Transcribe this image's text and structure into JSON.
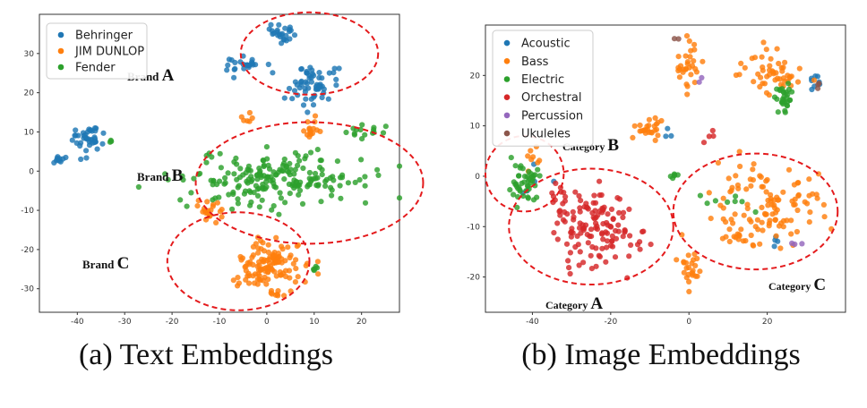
{
  "chart_data": [
    {
      "type": "scatter",
      "caption": "(a) Text Embeddings",
      "xlim": [
        -48,
        28
      ],
      "ylim": [
        -36,
        40
      ],
      "xticks": [
        -40,
        -30,
        -20,
        -10,
        0,
        10,
        20
      ],
      "yticks": [
        -30,
        -20,
        -10,
        0,
        10,
        20,
        30
      ],
      "grid": false,
      "legend": "top-left",
      "series": [
        {
          "name": "Behringer",
          "color": "#1f77b4",
          "clusters": [
            {
              "cx": 3,
              "cy": 35,
              "rx": 2.5,
              "ry": 2.5,
              "n": 25
            },
            {
              "cx": -5,
              "cy": 27,
              "rx": 4,
              "ry": 2.5,
              "n": 25
            },
            {
              "cx": 10,
              "cy": 22,
              "rx": 5,
              "ry": 5,
              "n": 60
            },
            {
              "cx": -38,
              "cy": 8,
              "rx": 3.5,
              "ry": 3.5,
              "n": 40
            },
            {
              "cx": -44,
              "cy": 3,
              "rx": 1.2,
              "ry": 1,
              "n": 10
            }
          ]
        },
        {
          "name": "JIM DUNLOP",
          "color": "#ff7f0e",
          "clusters": [
            {
              "cx": 0,
              "cy": -24,
              "rx": 7,
              "ry": 6,
              "n": 120
            },
            {
              "cx": -12,
              "cy": -10,
              "rx": 3,
              "ry": 3,
              "n": 20
            },
            {
              "cx": 10,
              "cy": 11,
              "rx": 2,
              "ry": 3,
              "n": 15
            },
            {
              "cx": -4,
              "cy": 13,
              "rx": 1.5,
              "ry": 1.5,
              "n": 6
            },
            {
              "cx": 2,
              "cy": -31,
              "rx": 1.5,
              "ry": 1,
              "n": 8
            }
          ]
        },
        {
          "name": "Fender",
          "color": "#2ca02c",
          "clusters": [
            {
              "cx": 3,
              "cy": -2,
              "rx": 20,
              "ry": 7,
              "n": 200
            },
            {
              "cx": 20,
              "cy": 10,
              "rx": 5,
              "ry": 2,
              "n": 15
            },
            {
              "cx": 10,
              "cy": -25,
              "rx": 1.2,
              "ry": 0.6,
              "n": 5
            },
            {
              "cx": -33,
              "cy": 7,
              "rx": 1,
              "ry": 1,
              "n": 3
            }
          ]
        }
      ],
      "regions": [
        {
          "label": "Brand A",
          "cx": 9,
          "cy": 30,
          "rx": 14.5,
          "ry": 10.5
        },
        {
          "label": "Brand B",
          "cx": 9,
          "cy": -3,
          "rx": 24,
          "ry": 15.5
        },
        {
          "label": "Brand C",
          "cx": -6,
          "cy": -23,
          "rx": 15,
          "ry": 12.5
        }
      ]
    },
    {
      "type": "scatter",
      "caption": "(b) Image Embeddings",
      "xlim": [
        -52,
        40
      ],
      "ylim": [
        -27,
        30
      ],
      "xticks": [
        -40,
        -20,
        0,
        20
      ],
      "yticks": [
        -20,
        -10,
        0,
        10,
        20
      ],
      "grid": false,
      "legend": "top-left",
      "series": [
        {
          "name": "Acoustic",
          "color": "#1f77b4",
          "clusters": [
            {
              "cx": 32,
              "cy": 19,
              "rx": 1.5,
              "ry": 1.5,
              "n": 8
            },
            {
              "cx": -6,
              "cy": 9,
              "rx": 1.5,
              "ry": 1.5,
              "n": 3
            },
            {
              "cx": 22,
              "cy": -12,
              "rx": 2,
              "ry": 2,
              "n": 4
            },
            {
              "cx": -40,
              "cy": 0,
              "rx": 4,
              "ry": 4,
              "n": 5
            }
          ]
        },
        {
          "name": "Bass",
          "color": "#ff7f0e",
          "clusters": [
            {
              "cx": 20,
              "cy": -7,
              "rx": 15,
              "ry": 9,
              "n": 120
            },
            {
              "cx": 22,
              "cy": 20,
              "rx": 8,
              "ry": 5,
              "n": 50
            },
            {
              "cx": 0,
              "cy": 22,
              "rx": 3,
              "ry": 5,
              "n": 30
            },
            {
              "cx": -10,
              "cy": 10,
              "rx": 4,
              "ry": 3,
              "n": 25
            },
            {
              "cx": 0,
              "cy": -18,
              "rx": 3,
              "ry": 4,
              "n": 25
            },
            {
              "cx": -40,
              "cy": 3,
              "rx": 3,
              "ry": 3,
              "n": 8
            }
          ]
        },
        {
          "name": "Electric",
          "color": "#2ca02c",
          "clusters": [
            {
              "cx": -42,
              "cy": -1,
              "rx": 4,
              "ry": 4,
              "n": 45
            },
            {
              "cx": 24,
              "cy": 16,
              "rx": 3,
              "ry": 3,
              "n": 30
            },
            {
              "cx": -4,
              "cy": 0,
              "rx": 1.5,
              "ry": 1,
              "n": 6
            },
            {
              "cx": 10,
              "cy": -5,
              "rx": 8,
              "ry": 3,
              "n": 8
            }
          ]
        },
        {
          "name": "Orchestral",
          "color": "#d62728",
          "clusters": [
            {
              "cx": -24,
              "cy": -10,
              "rx": 10,
              "ry": 8,
              "n": 130
            },
            {
              "cx": -34,
              "cy": -5,
              "rx": 3,
              "ry": 3,
              "n": 10
            },
            {
              "cx": 5,
              "cy": 8,
              "rx": 2,
              "ry": 2,
              "n": 4
            }
          ]
        },
        {
          "name": "Percussion",
          "color": "#9467bd",
          "clusters": [
            {
              "cx": 28,
              "cy": -13,
              "rx": 2,
              "ry": 2,
              "n": 3
            },
            {
              "cx": 3,
              "cy": 19,
              "rx": 1,
              "ry": 1,
              "n": 2
            }
          ]
        },
        {
          "name": "Ukuleles",
          "color": "#8c564b",
          "clusters": [
            {
              "cx": 33,
              "cy": 18,
              "rx": 1,
              "ry": 1,
              "n": 3
            },
            {
              "cx": -3,
              "cy": 27,
              "rx": 1,
              "ry": 1,
              "n": 2
            }
          ]
        }
      ],
      "regions": [
        {
          "label": "Category B",
          "cx": -42,
          "cy": 0.5,
          "rx": 10,
          "ry": 7.5
        },
        {
          "label": "Category A",
          "cx": -25,
          "cy": -10,
          "rx": 21,
          "ry": 11.5
        },
        {
          "label": "Category C",
          "cx": 17,
          "cy": -7,
          "rx": 21,
          "ry": 11.5
        }
      ]
    }
  ]
}
